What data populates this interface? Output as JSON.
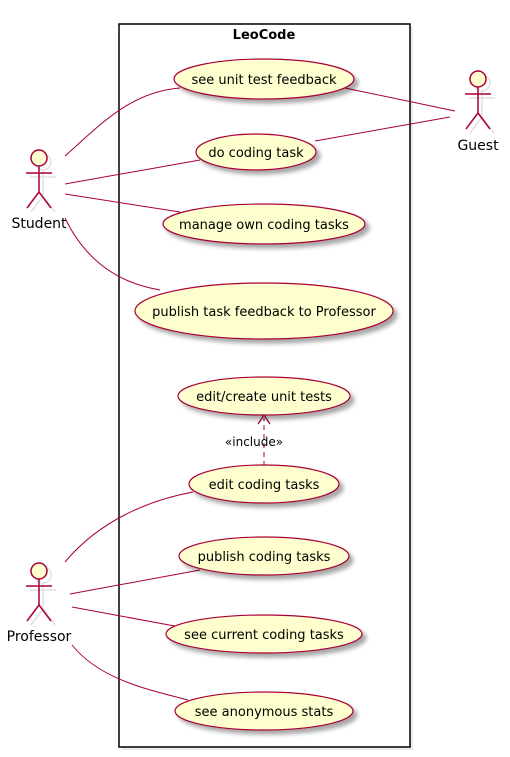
{
  "system": {
    "name": "LeoCode"
  },
  "actors": {
    "student": "Student",
    "guest": "Guest",
    "professor": "Professor"
  },
  "use_cases": {
    "see_unit_test_feedback": "see unit test feedback",
    "do_coding_task": "do coding task",
    "manage_own_coding_tasks": "manage own coding tasks",
    "publish_task_feedback": "publish task feedback to Professor",
    "edit_create_unit_tests": "edit/create unit tests",
    "edit_coding_tasks": "edit coding tasks",
    "publish_coding_tasks": "publish coding tasks",
    "see_current_coding_tasks": "see current coding tasks",
    "see_anonymous_stats": "see anonymous stats"
  },
  "relations": {
    "include_stereotype": "«include»"
  },
  "colors": {
    "actor_stroke": "#A80036",
    "actor_fill": "#FEFECE",
    "usecase_fill": "#FEFECE",
    "usecase_stroke": "#A80036",
    "line": "#A80036",
    "system_border": "#000000",
    "shadow": "#DDDDDD"
  }
}
